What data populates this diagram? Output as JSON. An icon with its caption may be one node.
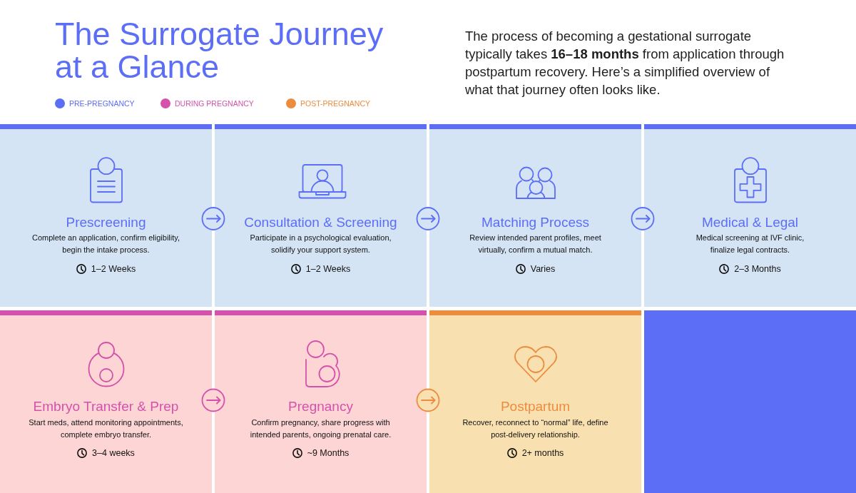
{
  "diagram": {
    "title": "The Surrogate Journey at a Glance",
    "nodes": [
      {
        "text": [
          "Prescreening",
          "Complete an application, confirm eligibility, begin the intake process.",
          "1–2 Weeks"
        ]
      },
      {
        "text": [
          "Consultation & Screening",
          "Participate in a psychological evaluation, solidify your support system.",
          "1–2 Weeks"
        ]
      },
      {
        "text": [
          "Matching Process",
          "Review intended parent profiles, meet virtually, confirm a mutual match.",
          "Varies"
        ]
      },
      {
        "text": [
          "Medical & Legal",
          "Medical screening at IVF clinic, finalize legal contracts.",
          "2–3 Months"
        ]
      },
      {
        "text": [
          "Embryo Transfer & Prep",
          "Start meds, attend monitoring appointments, complete embryo transfer.",
          "3–4 weeks"
        ]
      },
      {
        "text": [
          "Pregnancy",
          "Confirm pregnancy, share progress with intended parents, ongoing prenatal care.",
          "~9 Months"
        ]
      },
      {
        "text": [
          "Postpartum",
          "Recover, reconnect to “normal” life, define post-delivery relationship.",
          "2+ months"
        ]
      },
      {
        "text": [],
        "shape": "box"
      }
    ],
    "edges": [
      {
        "from": 0,
        "to": 1,
        "arrow": "to"
      },
      {
        "from": 1,
        "to": 2,
        "arrow": "to"
      },
      {
        "from": 2,
        "to": 3,
        "arrow": "to"
      },
      {
        "from": 4,
        "to": 5,
        "arrow": "to",
        "color": "#d452ac"
      },
      {
        "from": 5,
        "to": 6,
        "arrow": "to",
        "color": "#ec8c3f"
      }
    ],
    "labels": [
      "The process of becoming a gestational surrogate typically takes **16–18 months** from application through postpartum recovery. Here’s a simplified overview of what that journey often looks like."
    ],
    "legend": [
      {
        "text": "PRE-PREGNANCY",
        "color": "#5b6ef5"
      },
      {
        "text": "DURING PREGNANCY",
        "color": "#d452ac"
      },
      {
        "text": "POST-PREGNANCY",
        "color": "#ec8c3f"
      }
    ]
  }
}
